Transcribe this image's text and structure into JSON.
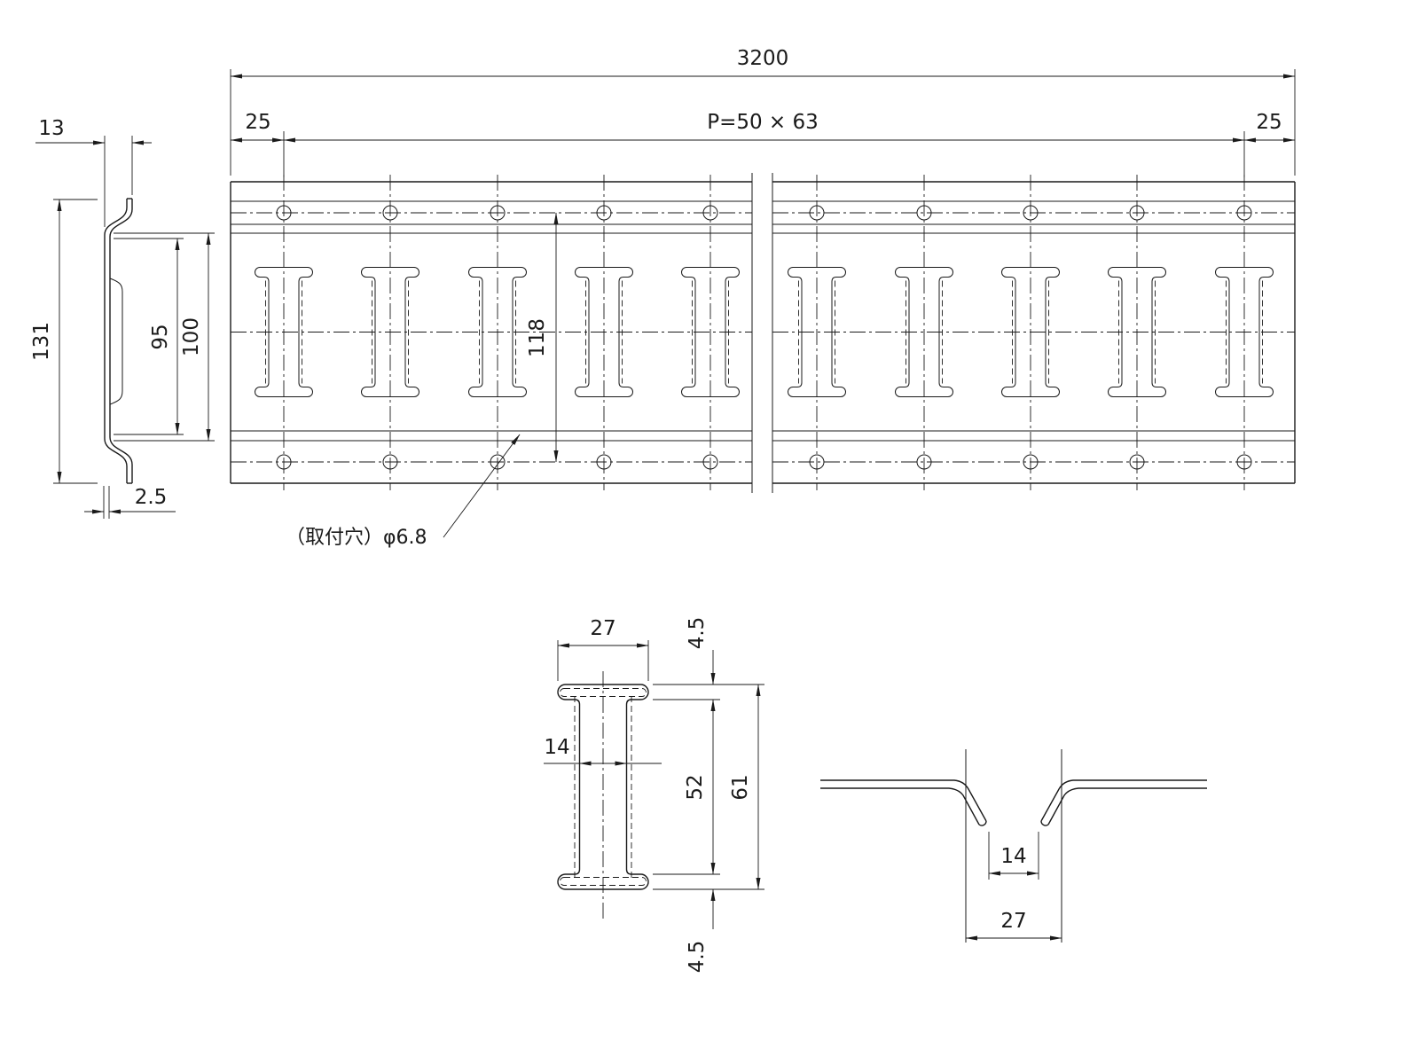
{
  "front_view": {
    "overall_length": "3200",
    "pitch": "P=50 × 63",
    "margin_left": "25",
    "margin_right": "25",
    "row_height": "118",
    "hole_note": "（取付穴）φ6.8"
  },
  "side_view": {
    "lip_width": "13",
    "total_height": "131",
    "inner_height": "95",
    "face_height": "100",
    "thickness": "2.5"
  },
  "slot_detail": {
    "cap_width": "27",
    "stem_width": "14",
    "stem_height": "52",
    "total_height": "61",
    "cap_top": "4.5",
    "cap_bottom": "4.5"
  },
  "section_detail": {
    "tip_width": "14",
    "opening_width": "27"
  }
}
